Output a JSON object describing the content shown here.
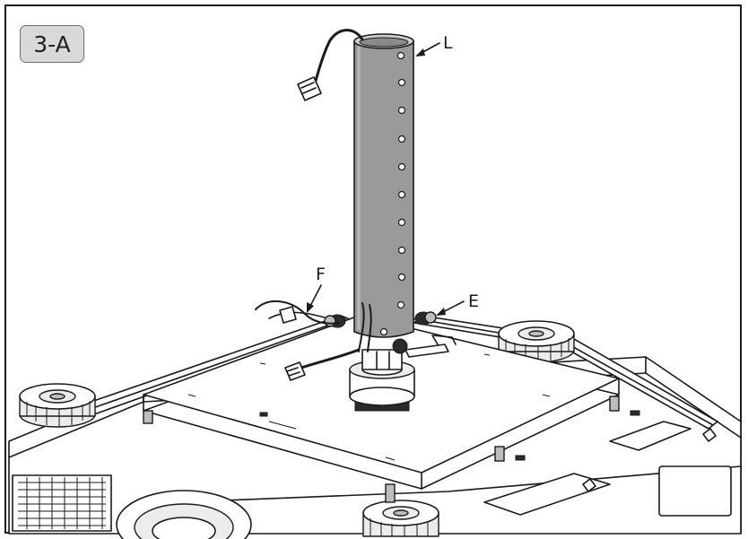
{
  "step_label": "3-A",
  "callouts": {
    "L": "L",
    "F": "F",
    "E": "E"
  },
  "colors": {
    "tube": "#9a9a9a",
    "badge_fill": "#d9d9d9",
    "line": "#1a1a1a"
  }
}
